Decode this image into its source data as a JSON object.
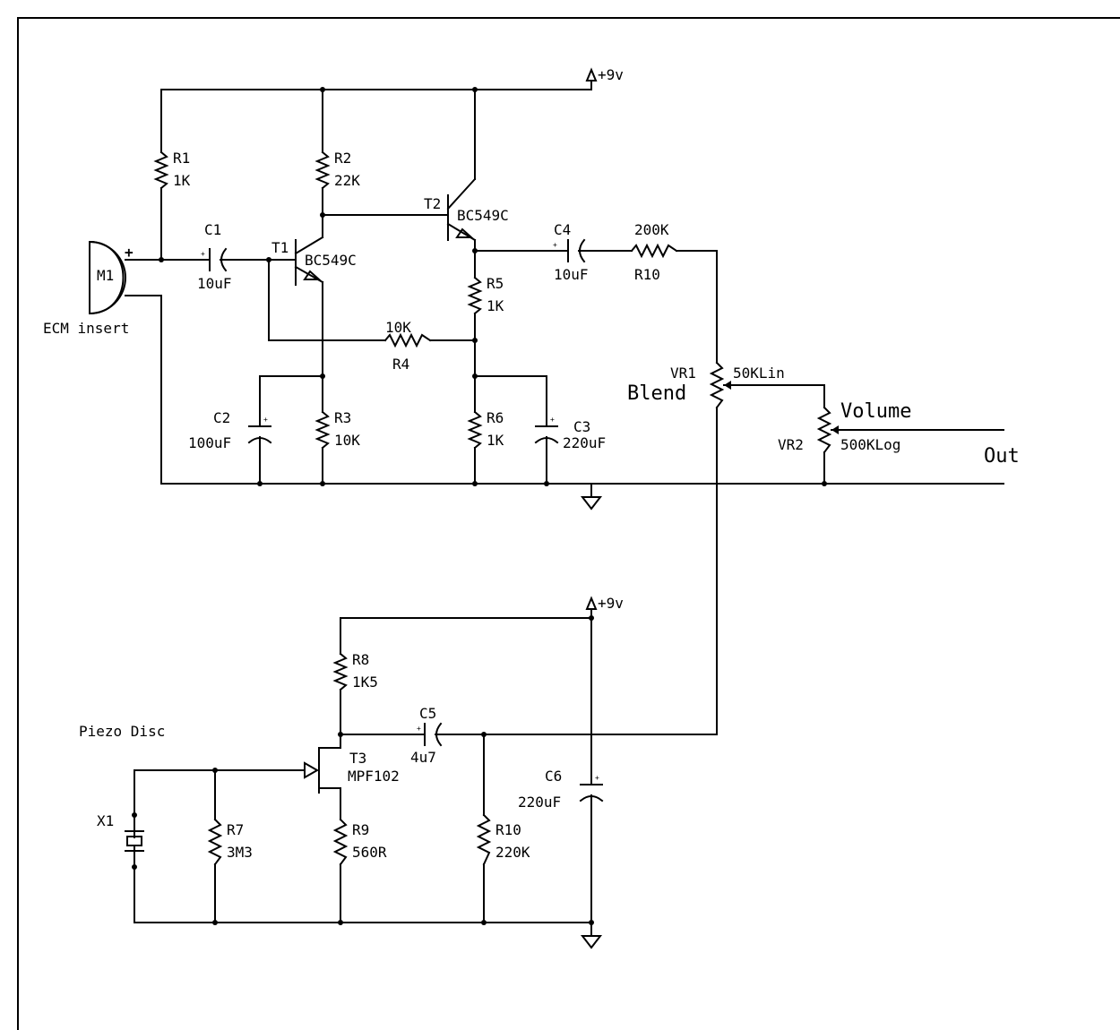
{
  "supply": {
    "top": "+9v",
    "bottom": "+9v"
  },
  "mic": {
    "ref": "M1",
    "name": "ECM insert",
    "polarity": "+"
  },
  "r1": {
    "ref": "R1",
    "value": "1K"
  },
  "r2": {
    "ref": "R2",
    "value": "22K"
  },
  "r3": {
    "ref": "R3",
    "value": "10K"
  },
  "r4": {
    "ref": "R4",
    "value": "10K"
  },
  "r5": {
    "ref": "R5",
    "value": "1K"
  },
  "r6": {
    "ref": "R6",
    "value": "1K"
  },
  "r7": {
    "ref": "R7",
    "value": "3M3"
  },
  "r8": {
    "ref": "R8",
    "value": "1K5"
  },
  "r9": {
    "ref": "R9",
    "value": "560R"
  },
  "r10a": {
    "ref": "R10",
    "value": "200K"
  },
  "r10b": {
    "ref": "R10",
    "value": "220K"
  },
  "c1": {
    "ref": "C1",
    "value": "10uF"
  },
  "c2": {
    "ref": "C2",
    "value": "100uF"
  },
  "c3": {
    "ref": "C3",
    "value": "220uF"
  },
  "c4": {
    "ref": "C4",
    "value": "10uF"
  },
  "c5": {
    "ref": "C5",
    "value": "4u7"
  },
  "c6": {
    "ref": "C6",
    "value": "220uF"
  },
  "cap_plus": "+",
  "t1": {
    "ref": "T1",
    "part": "BC549C"
  },
  "t2": {
    "ref": "T2",
    "part": "BC549C"
  },
  "t3": {
    "ref": "T3",
    "part": "MPF102"
  },
  "vr1": {
    "ref": "VR1",
    "value": "50KLin",
    "name": "Blend"
  },
  "vr2": {
    "ref": "VR2",
    "value": "500KLog",
    "name": "Volume"
  },
  "piezo": {
    "ref": "X1",
    "name": "Piezo Disc"
  },
  "output": {
    "label": "Out"
  }
}
